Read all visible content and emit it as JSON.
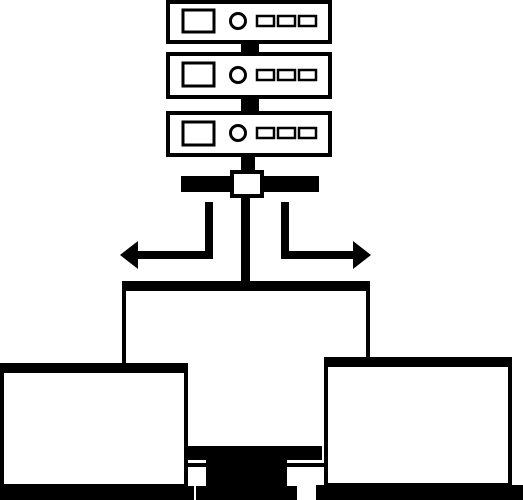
{
  "diagram": {
    "colors": {
      "ink": "#000000",
      "paper": "#ffffff"
    },
    "server_rack": {
      "icon": "server-rack-icon",
      "unit_count": 3
    },
    "network_switch": {
      "icon": "network-switch-icon"
    },
    "flows": [
      {
        "icon": "arrow-left-icon",
        "direction": "left"
      },
      {
        "icon": "arrow-down-icon",
        "direction": "down"
      },
      {
        "icon": "arrow-right-icon",
        "direction": "right"
      }
    ],
    "clients": [
      {
        "icon": "laptop-left-icon",
        "device": "laptop"
      },
      {
        "icon": "desktop-monitor-icon",
        "device": "desktop"
      },
      {
        "icon": "laptop-right-icon",
        "device": "laptop"
      }
    ]
  }
}
